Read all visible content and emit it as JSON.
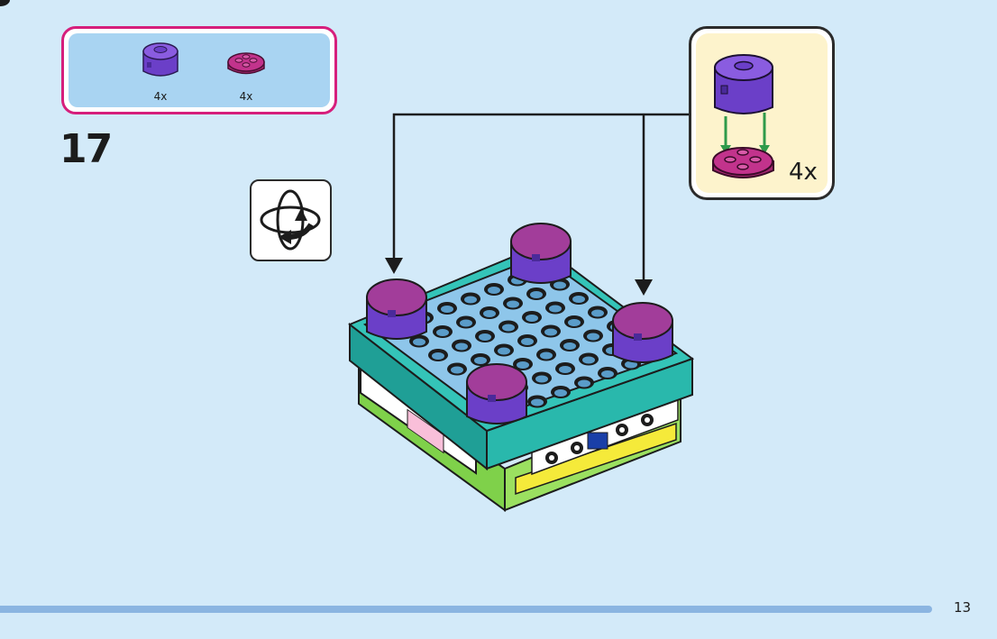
{
  "parts_list": {
    "items": [
      {
        "icon": "purple-round-brick-icon",
        "color": "#6b3fc8",
        "qty": "4x"
      },
      {
        "icon": "magenta-round-plate-icon",
        "color": "#c2338c",
        "qty": "4x"
      }
    ],
    "border_color": "#d61f7c"
  },
  "step": {
    "number": "17"
  },
  "rotate_hint": {
    "icon": "rotate-model-icon"
  },
  "callout": {
    "qty": "4x",
    "background": "#fdf3cc"
  },
  "footer": {
    "page_number": "13"
  }
}
